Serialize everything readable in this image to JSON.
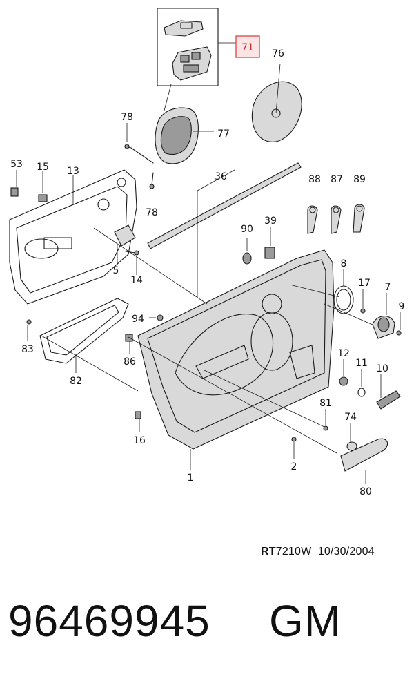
{
  "callouts": {
    "c71": "71",
    "c76": "76",
    "c78a": "78",
    "c77": "77",
    "c78b": "78",
    "c53": "53",
    "c15": "15",
    "c13": "13",
    "c36": "36",
    "c88": "88",
    "c87": "87",
    "c89": "89",
    "c90": "90",
    "c39": "39",
    "c5": "5",
    "c14": "14",
    "c8": "8",
    "c17": "17",
    "c7": "7",
    "c9": "9",
    "c94": "94",
    "c83": "83",
    "c86": "86",
    "c82": "82",
    "c12": "12",
    "c11": "11",
    "c10": "10",
    "c81": "81",
    "c74": "74",
    "c16": "16",
    "c2": "2",
    "c1": "1",
    "c80": "80"
  },
  "drawing_ref": {
    "code": "RT",
    "rest": "7210W  10/30/2004"
  },
  "part_number": "96469945",
  "brand": "GM",
  "colors": {
    "highlight_border": "#d9534f",
    "highlight_fill": "#fde4e4",
    "line": "#1a1a1a"
  }
}
